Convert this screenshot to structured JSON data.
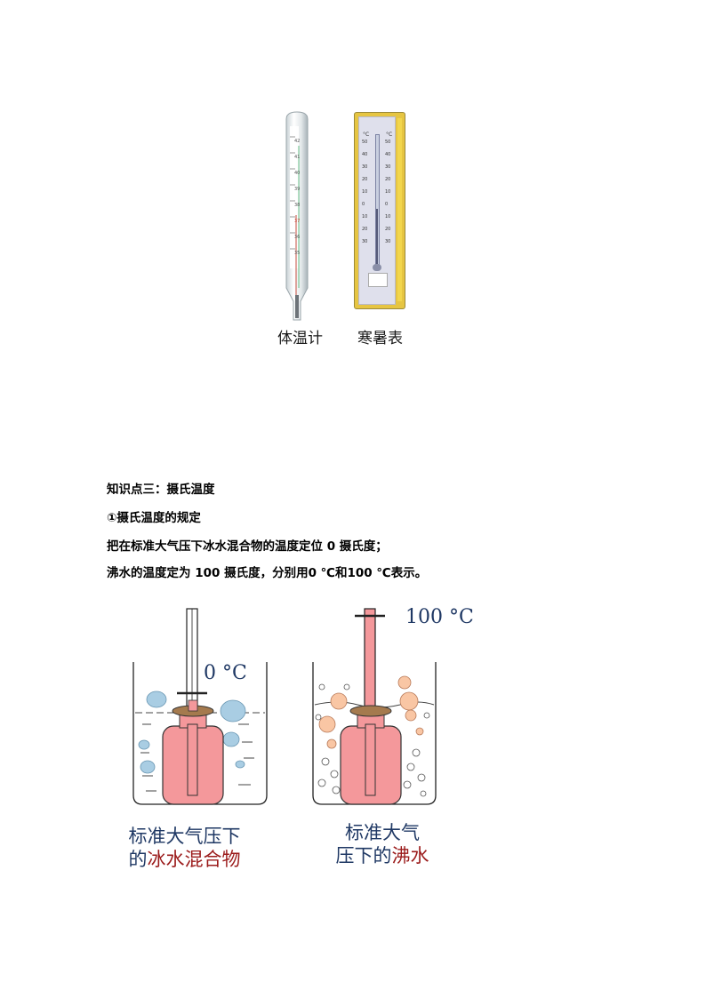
{
  "figure1": {
    "clinical_caption": "体温计",
    "wall_caption": "寒暑表",
    "wall_scale": [
      "50",
      "40",
      "30",
      "20",
      "10",
      "0",
      "10",
      "20",
      "30"
    ],
    "clinical_scale": [
      "42",
      "41",
      "40",
      "39",
      "38",
      "37",
      "36",
      "35"
    ],
    "unit": "°C"
  },
  "section": {
    "title": "知识点三：摄氏温度",
    "subtitle": "①摄氏温度的规定",
    "line1": "把在标准大气压下冰水混合物的温度定位 0 摄氏度；",
    "line2": "沸水的温度定为 100 摄氏度，分别用0  ℃和100  ℃表示。"
  },
  "figure2": {
    "ice_temp": "0 °C",
    "boil_temp": "100 °C",
    "ice_label_line1": "标准大气压下",
    "ice_label_line2_prefix": "的",
    "ice_label_line2_red": "冰水混合物",
    "boil_label_line1": "标准大气",
    "boil_label_line2_prefix": "压下的",
    "boil_label_line2_red": "沸水"
  },
  "colors": {
    "navy": "#1f3864",
    "dark_red": "#9b1b1b",
    "pink_flask": "#f4989b",
    "cork": "#a57a4e",
    "ice": "#a9cde3",
    "bubble": "#f9c6a4"
  }
}
